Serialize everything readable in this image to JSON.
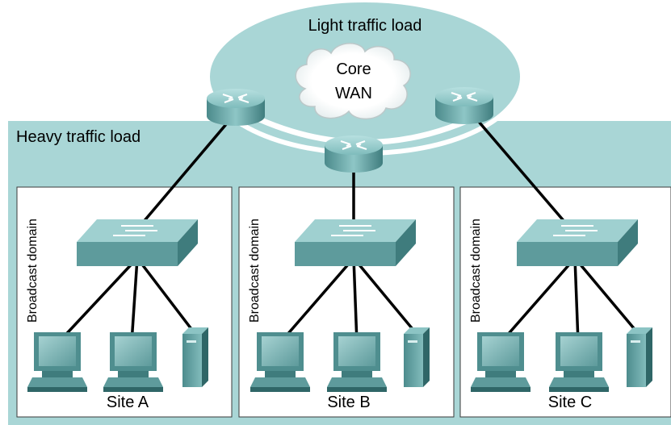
{
  "core": {
    "zone_label": "Light traffic load",
    "cloud_line1": "Core",
    "cloud_line2": "WAN"
  },
  "heavy_zone_label": "Heavy traffic load",
  "sites": [
    {
      "domain_label": "Broadcast domain",
      "site_label": "Site A"
    },
    {
      "domain_label": "Broadcast domain",
      "site_label": "Site B"
    },
    {
      "domain_label": "Broadcast domain",
      "site_label": "Site C"
    }
  ],
  "colors": {
    "teal_zone": "#a9d6d6",
    "teal_border": "#5aa6a6",
    "device_top": "#8cc4c4",
    "device_side": "#4f8f90",
    "cloud_fill": "#ffffff"
  }
}
